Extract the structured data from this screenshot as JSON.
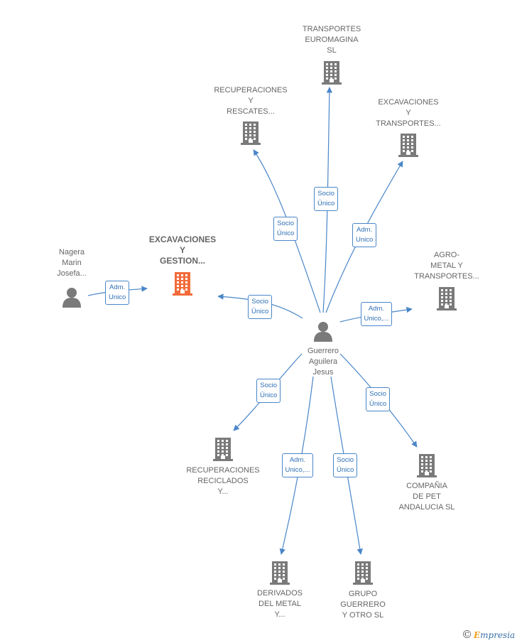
{
  "colors": {
    "edge": "#4a86c8",
    "building": "#7a7a7a",
    "highlight": "#f26b3a",
    "person": "#7a7a7a"
  },
  "nodes": [
    {
      "id": "transportes-euromagina",
      "lines": [
        "TRANSPORTES",
        "EUROMAGINA",
        "SL"
      ],
      "icon": "building-icon",
      "highlight": false
    },
    {
      "id": "recuperaciones-rescates",
      "lines": [
        "RECUPERACIONES",
        "Y",
        "RESCATES..."
      ],
      "icon": "building-icon",
      "highlight": false
    },
    {
      "id": "excavaciones-transportes",
      "lines": [
        "EXCAVACIONES",
        "Y",
        "TRANSPORTES..."
      ],
      "icon": "building-icon",
      "highlight": false
    },
    {
      "id": "excavaciones-gestion",
      "lines": [
        "EXCAVACIONES",
        "Y",
        "GESTION..."
      ],
      "icon": "building-icon",
      "highlight": true
    },
    {
      "id": "nagera-marin",
      "lines": [
        "Nagera",
        "Marin",
        "Josefa..."
      ],
      "icon": "person-icon",
      "highlight": false
    },
    {
      "id": "agro-metal",
      "lines": [
        "AGRO-",
        "METAL Y",
        "TRANSPORTES..."
      ],
      "icon": "building-icon",
      "highlight": false
    },
    {
      "id": "guerrero-aguilera",
      "lines": [
        "Guerrero",
        "Aguilera",
        "Jesus"
      ],
      "icon": "person-icon",
      "highlight": false
    },
    {
      "id": "recuperaciones-reciclados",
      "lines": [
        "RECUPERACIONES",
        "RECICLADOS",
        "Y..."
      ],
      "icon": "building-icon",
      "highlight": false
    },
    {
      "id": "compania-pet",
      "lines": [
        "COMPAÑIA",
        "DE PET",
        "ANDALUCIA  SL"
      ],
      "icon": "building-icon",
      "highlight": false
    },
    {
      "id": "derivados-metal",
      "lines": [
        "DERIVADOS",
        "DEL METAL",
        "Y..."
      ],
      "icon": "building-icon",
      "highlight": false
    },
    {
      "id": "grupo-guerrero",
      "lines": [
        "GRUPO",
        "GUERRERO",
        "Y OTRO  SL"
      ],
      "icon": "building-icon",
      "highlight": false
    }
  ],
  "edges": [
    {
      "from": "guerrero-aguilera",
      "to": "transportes-euromagina",
      "label": [
        "Socio",
        "Único"
      ]
    },
    {
      "from": "guerrero-aguilera",
      "to": "recuperaciones-rescates",
      "label": [
        "Socio",
        "Único"
      ]
    },
    {
      "from": "guerrero-aguilera",
      "to": "excavaciones-transportes",
      "label": [
        "Adm.",
        "Unico"
      ]
    },
    {
      "from": "guerrero-aguilera",
      "to": "excavaciones-gestion",
      "label": [
        "Socio",
        "Único"
      ]
    },
    {
      "from": "nagera-marin",
      "to": "excavaciones-gestion",
      "label": [
        "Adm.",
        "Unico"
      ]
    },
    {
      "from": "guerrero-aguilera",
      "to": "agro-metal",
      "label": [
        "Adm.",
        "Unico,..."
      ]
    },
    {
      "from": "guerrero-aguilera",
      "to": "recuperaciones-reciclados",
      "label": [
        "Socio",
        "Único"
      ]
    },
    {
      "from": "guerrero-aguilera",
      "to": "compania-pet",
      "label": [
        "Socio",
        "Único"
      ]
    },
    {
      "from": "guerrero-aguilera",
      "to": "derivados-metal",
      "label": [
        "Adm.",
        "Unico,..."
      ]
    },
    {
      "from": "guerrero-aguilera",
      "to": "grupo-guerrero",
      "label": [
        "Socio",
        "Único"
      ]
    }
  ],
  "brand": {
    "copyright": "©",
    "initial": "E",
    "rest": "mpresia"
  }
}
